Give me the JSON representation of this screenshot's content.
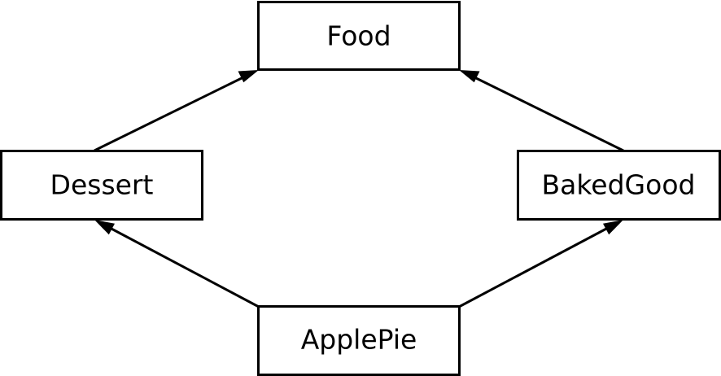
{
  "diagram": {
    "type": "class-hierarchy",
    "nodes": {
      "food": {
        "label": "Food"
      },
      "dessert": {
        "label": "Dessert"
      },
      "baked_good": {
        "label": "BakedGood"
      },
      "apple_pie": {
        "label": "ApplePie"
      }
    },
    "edges": [
      {
        "from": "Dessert",
        "to": "Food"
      },
      {
        "from": "BakedGood",
        "to": "Food"
      },
      {
        "from": "ApplePie",
        "to": "Dessert"
      },
      {
        "from": "ApplePie",
        "to": "BakedGood"
      }
    ],
    "colors": {
      "stroke": "#000000",
      "fill": "#ffffff"
    }
  }
}
